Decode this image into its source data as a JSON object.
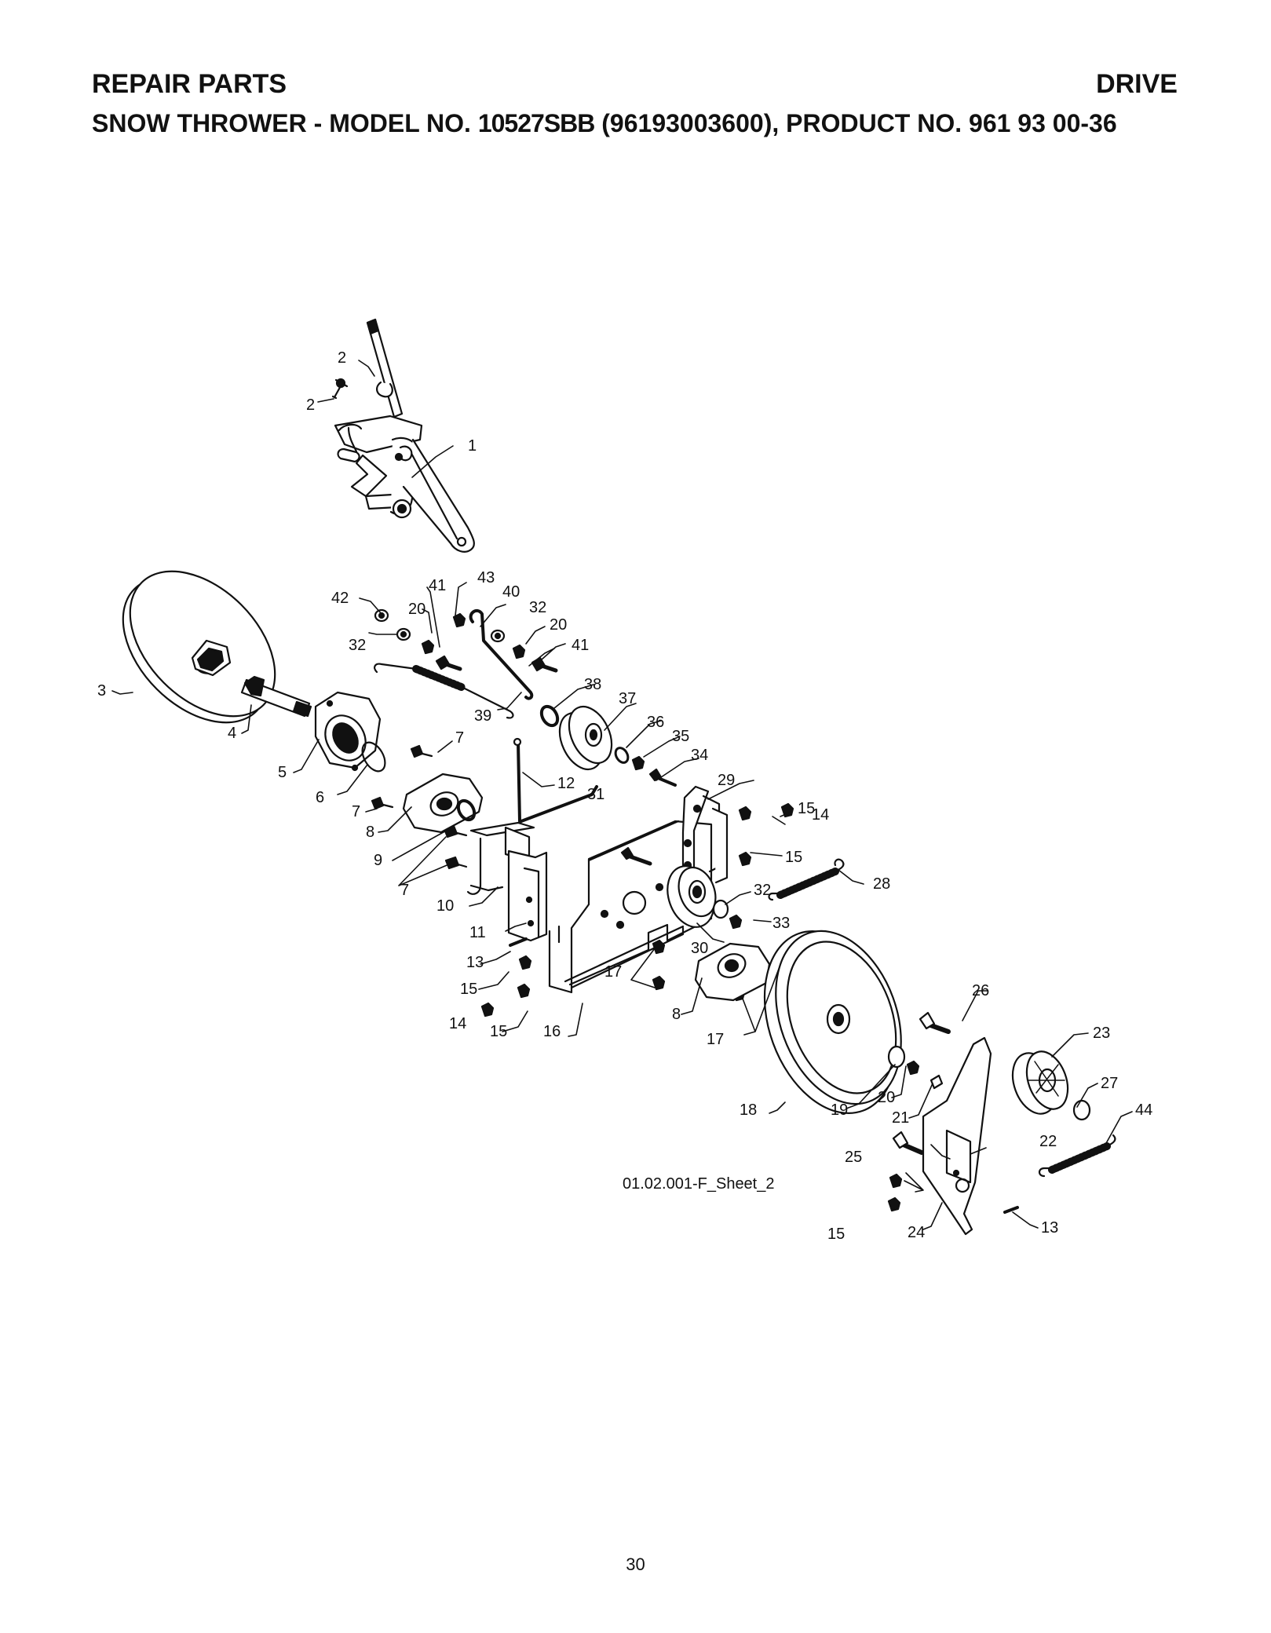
{
  "header": {
    "section_left": "REPAIR PARTS",
    "section_right": "DRIVE",
    "subtitle_prefix": "SNOW THROWER - MODEL NO.",
    "model_no": "10527SBB",
    "subtitle_suffix": "(96193003600), PRODUCT NO. 961 93 00-36"
  },
  "diagram": {
    "sheet_code": "01.02.001-F_Sheet_2",
    "callouts": [
      {
        "label": "1"
      },
      {
        "label": "2"
      },
      {
        "label": "2"
      },
      {
        "label": "3"
      },
      {
        "label": "4"
      },
      {
        "label": "5"
      },
      {
        "label": "6"
      },
      {
        "label": "7"
      },
      {
        "label": "7"
      },
      {
        "label": "7"
      },
      {
        "label": "8"
      },
      {
        "label": "8"
      },
      {
        "label": "9"
      },
      {
        "label": "10"
      },
      {
        "label": "11"
      },
      {
        "label": "12"
      },
      {
        "label": "13"
      },
      {
        "label": "13"
      },
      {
        "label": "14"
      },
      {
        "label": "14"
      },
      {
        "label": "15"
      },
      {
        "label": "15"
      },
      {
        "label": "15"
      },
      {
        "label": "15"
      },
      {
        "label": "15"
      },
      {
        "label": "16"
      },
      {
        "label": "17"
      },
      {
        "label": "17"
      },
      {
        "label": "18"
      },
      {
        "label": "19"
      },
      {
        "label": "20"
      },
      {
        "label": "20"
      },
      {
        "label": "20"
      },
      {
        "label": "21"
      },
      {
        "label": "22"
      },
      {
        "label": "23"
      },
      {
        "label": "24"
      },
      {
        "label": "25"
      },
      {
        "label": "26"
      },
      {
        "label": "27"
      },
      {
        "label": "28"
      },
      {
        "label": "29"
      },
      {
        "label": "30"
      },
      {
        "label": "31"
      },
      {
        "label": "32"
      },
      {
        "label": "32"
      },
      {
        "label": "32"
      },
      {
        "label": "33"
      },
      {
        "label": "34"
      },
      {
        "label": "35"
      },
      {
        "label": "36"
      },
      {
        "label": "37"
      },
      {
        "label": "38"
      },
      {
        "label": "39"
      },
      {
        "label": "40"
      },
      {
        "label": "41"
      },
      {
        "label": "41"
      },
      {
        "label": "42"
      },
      {
        "label": "43"
      },
      {
        "label": "44"
      }
    ]
  },
  "footer": {
    "page_number": "30"
  }
}
